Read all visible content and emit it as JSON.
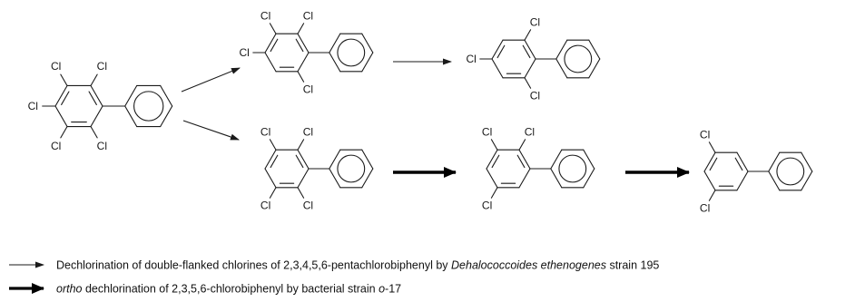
{
  "atom_label": "Cl",
  "legend": [
    {
      "style": "thin",
      "parts": [
        {
          "text": "Dechlorination of double-flanked chlorines of 2,3,4,5,6-pentachlorobiphenyl by ",
          "italic": false
        },
        {
          "text": "Dehalococcoides ethenogenes",
          "italic": true
        },
        {
          "text": " strain 195",
          "italic": false
        }
      ]
    },
    {
      "style": "thick",
      "parts": [
        {
          "text": "ortho",
          "italic": true
        },
        {
          "text": " dechlorination of 2,3,5,6-chlorobiphenyl by bacterial strain ",
          "italic": false
        },
        {
          "text": "o",
          "italic": true
        },
        {
          "text": "-17",
          "italic": false
        }
      ]
    }
  ],
  "colors": {
    "thin_arrow": "#1a1a1a",
    "thick_arrow": "#000000",
    "bond": "#1a1a1a"
  },
  "molecules": [
    {
      "id": "2-3-4-5-6-pentachlorobiphenyl",
      "chlorines": [
        "2",
        "3",
        "4",
        "5",
        "6"
      ]
    },
    {
      "id": "2-3-4-6-tetrachlorobiphenyl",
      "chlorines": [
        "2",
        "3",
        "4",
        "6"
      ]
    },
    {
      "id": "2-4-6-trichlorobiphenyl",
      "chlorines": [
        "2",
        "4",
        "6"
      ]
    },
    {
      "id": "2-3-5-6-tetrachlorobiphenyl",
      "chlorines": [
        "2",
        "3",
        "5",
        "6"
      ]
    },
    {
      "id": "2-3-5-trichlorobiphenyl",
      "chlorines": [
        "2",
        "3",
        "5"
      ]
    },
    {
      "id": "3-5-dichlorobiphenyl",
      "chlorines": [
        "3",
        "5"
      ]
    }
  ]
}
